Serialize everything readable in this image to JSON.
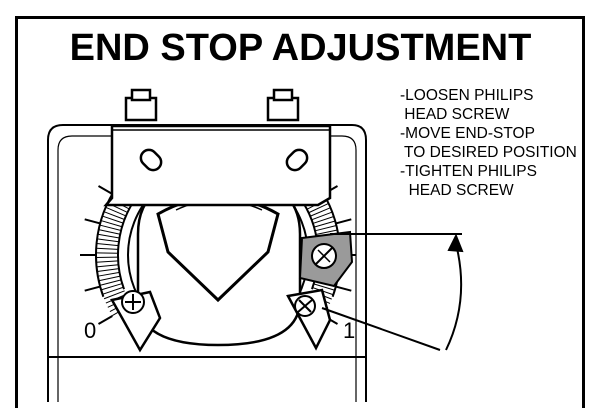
{
  "title": "END STOP ADJUSTMENT",
  "instructions": [
    "-LOOSEN PHILIPS",
    " HEAD SCREW",
    "-MOVE END-STOP",
    " TO DESIRED POSITION",
    "-TIGHTEN PHILIPS",
    "  HEAD SCREW"
  ],
  "scale": {
    "min_label": "0",
    "max_label": "1"
  },
  "colors": {
    "line": "#000000",
    "background": "#ffffff",
    "endstop_fill": "#9a9a9a"
  },
  "icons": [
    "philips-screw-icon",
    "rotation-arrow-icon"
  ]
}
